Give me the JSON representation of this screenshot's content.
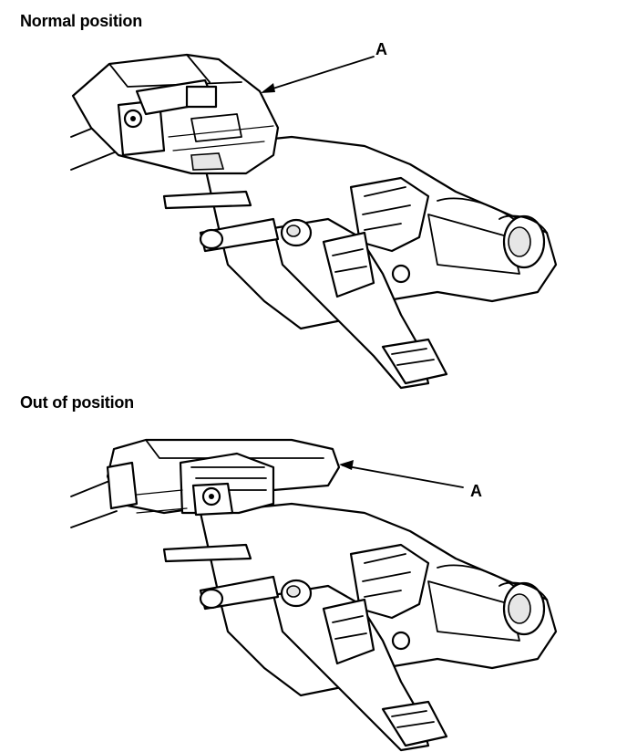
{
  "diagram": {
    "panels": [
      {
        "heading": "Normal position",
        "callout": "A"
      },
      {
        "heading": "Out of position",
        "callout": "A"
      }
    ]
  }
}
